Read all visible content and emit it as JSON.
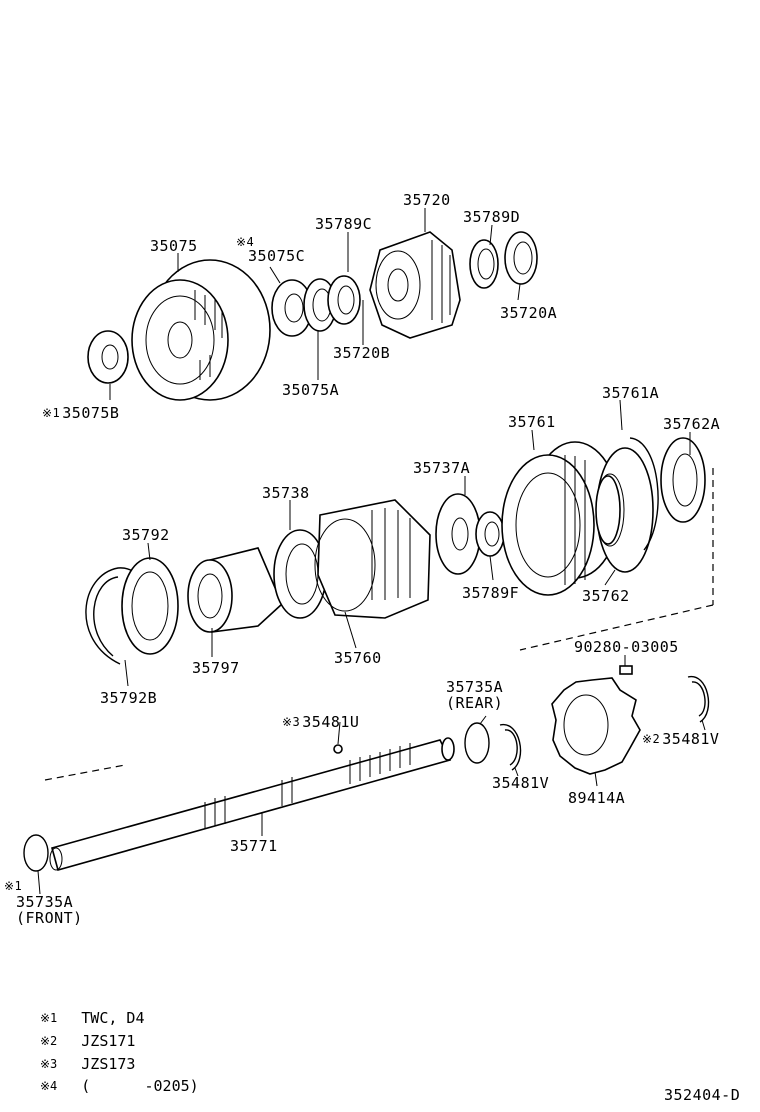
{
  "diagram_id": "352404-D",
  "markers": {
    "m1": "※1",
    "m2": "※2",
    "m3": "※3",
    "m4": "※4"
  },
  "parts": [
    {
      "key": "p35720",
      "number": "35720"
    },
    {
      "key": "p35789C",
      "number": "35789C"
    },
    {
      "key": "p35789D",
      "number": "35789D"
    },
    {
      "key": "p35075",
      "number": "35075"
    },
    {
      "key": "p35075C",
      "number": "35075C"
    },
    {
      "key": "p35720A",
      "number": "35720A"
    },
    {
      "key": "p35720B",
      "number": "35720B"
    },
    {
      "key": "p35075A",
      "number": "35075A"
    },
    {
      "key": "p35075B",
      "number": "35075B"
    },
    {
      "key": "p35761",
      "number": "35761"
    },
    {
      "key": "p35761A",
      "number": "35761A"
    },
    {
      "key": "p35762A",
      "number": "35762A"
    },
    {
      "key": "p35737A",
      "number": "35737A"
    },
    {
      "key": "p35738",
      "number": "35738"
    },
    {
      "key": "p35792",
      "number": "35792"
    },
    {
      "key": "p35789F",
      "number": "35789F"
    },
    {
      "key": "p35762",
      "number": "35762"
    },
    {
      "key": "p35797",
      "number": "35797"
    },
    {
      "key": "p35760",
      "number": "35760"
    },
    {
      "key": "p35792B",
      "number": "35792B"
    },
    {
      "key": "p90280",
      "number": "90280-03005"
    },
    {
      "key": "p35735A_rear",
      "number": "35735A",
      "sub": "(REAR)"
    },
    {
      "key": "p35481U",
      "number": "35481U"
    },
    {
      "key": "p35481V_mid",
      "number": "35481V"
    },
    {
      "key": "p35481V_right",
      "number": "35481V"
    },
    {
      "key": "p89414A",
      "number": "89414A"
    },
    {
      "key": "p35771",
      "number": "35771"
    },
    {
      "key": "p35735A_front",
      "number": "35735A",
      "sub": "(FRONT)"
    }
  ],
  "notes": [
    {
      "marker": "※1",
      "text": "TWC, D4"
    },
    {
      "marker": "※2",
      "text": "JZS171"
    },
    {
      "marker": "※3",
      "text": "JZS173"
    },
    {
      "marker": "※4",
      "text": "(      -0205)"
    }
  ]
}
